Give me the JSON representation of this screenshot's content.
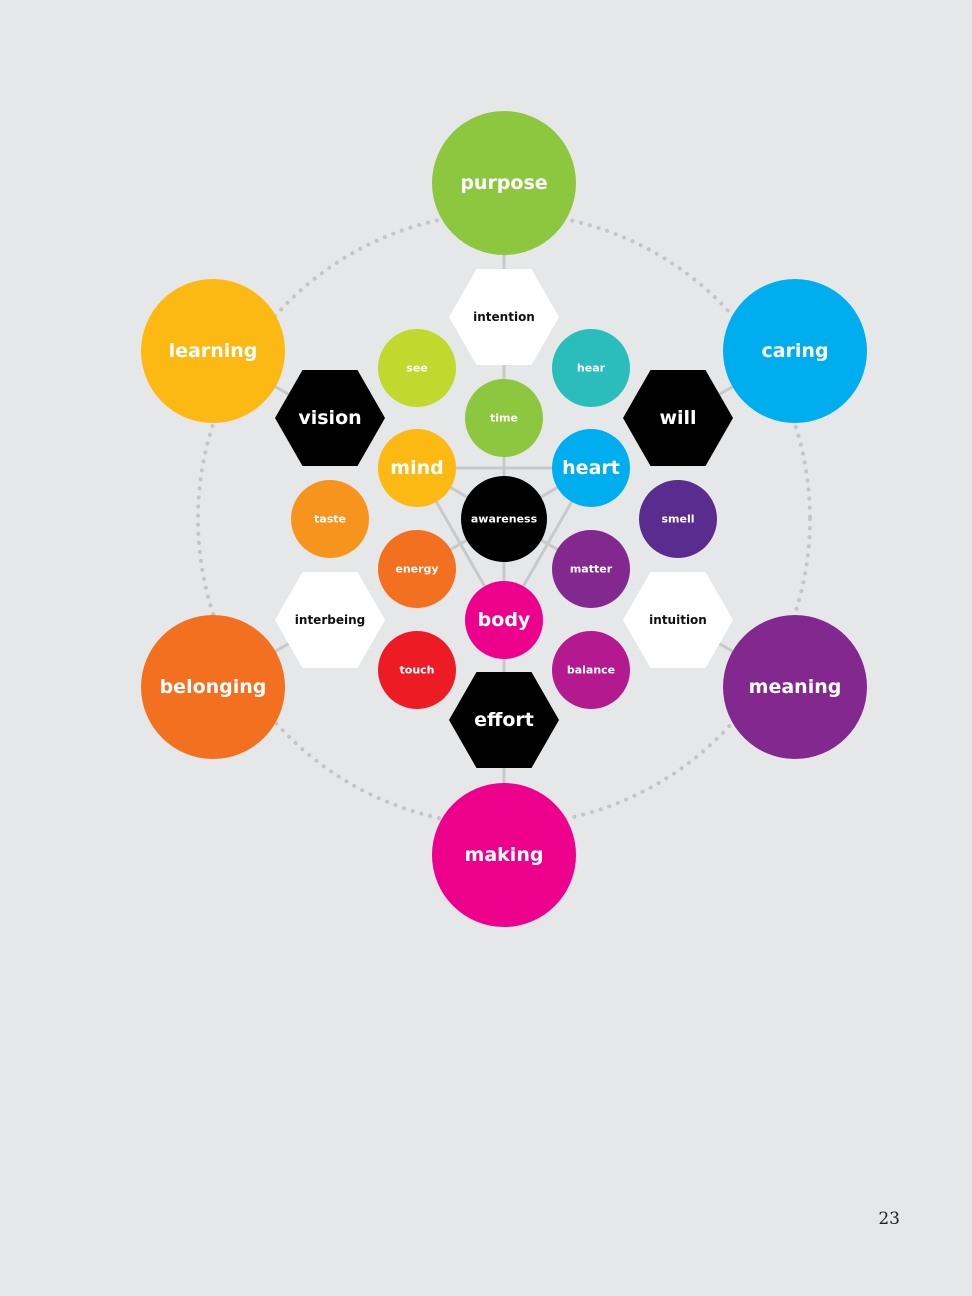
{
  "outer_nodes": [
    {
      "id": "purpose",
      "label": "purpose",
      "color": "#8dc63f"
    },
    {
      "id": "caring",
      "label": "caring",
      "color": "#00aeef"
    },
    {
      "id": "meaning",
      "label": "meaning",
      "color": "#83288f"
    },
    {
      "id": "making",
      "label": "making",
      "color": "#ec008c"
    },
    {
      "id": "belonging",
      "label": "belonging",
      "color": "#f37021"
    },
    {
      "id": "learning",
      "label": "learning",
      "color": "#fdb913"
    }
  ],
  "hexagons": [
    {
      "id": "intention",
      "label": "intention",
      "fill": "#ffffff",
      "text_color": "#111111"
    },
    {
      "id": "will",
      "label": "will",
      "fill": "#000000",
      "text_color": "#ffffff"
    },
    {
      "id": "intuition",
      "label": "intuition",
      "fill": "#ffffff",
      "text_color": "#111111"
    },
    {
      "id": "effort",
      "label": "effort",
      "fill": "#000000",
      "text_color": "#ffffff"
    },
    {
      "id": "interbeing",
      "label": "interbeing",
      "fill": "#ffffff",
      "text_color": "#111111"
    },
    {
      "id": "vision",
      "label": "vision",
      "fill": "#000000",
      "text_color": "#ffffff"
    }
  ],
  "inner_nodes": [
    {
      "id": "see",
      "label": "see",
      "color": "#c1d82f"
    },
    {
      "id": "hear",
      "label": "hear",
      "color": "#2bbcbc"
    },
    {
      "id": "time",
      "label": "time",
      "color": "#8dc63f"
    },
    {
      "id": "mind",
      "label": "mind",
      "color": "#fdb913"
    },
    {
      "id": "heart",
      "label": "heart",
      "color": "#00aeef"
    },
    {
      "id": "taste",
      "label": "taste",
      "color": "#f7941d"
    },
    {
      "id": "awareness",
      "label": "awareness",
      "color": "#000000"
    },
    {
      "id": "smell",
      "label": "smell",
      "color": "#5b2c8f"
    },
    {
      "id": "energy",
      "label": "energy",
      "color": "#f37021"
    },
    {
      "id": "matter",
      "label": "matter",
      "color": "#83288f"
    },
    {
      "id": "body",
      "label": "body",
      "color": "#ec008c"
    },
    {
      "id": "touch",
      "label": "touch",
      "color": "#ed1c24"
    },
    {
      "id": "balance",
      "label": "balance",
      "color": "#b5198f"
    }
  ],
  "colors": {
    "background": "#e6e7e9",
    "connector": "#c8c9cc",
    "dotted_ring": "#c4c5c8"
  },
  "page_number": "23"
}
